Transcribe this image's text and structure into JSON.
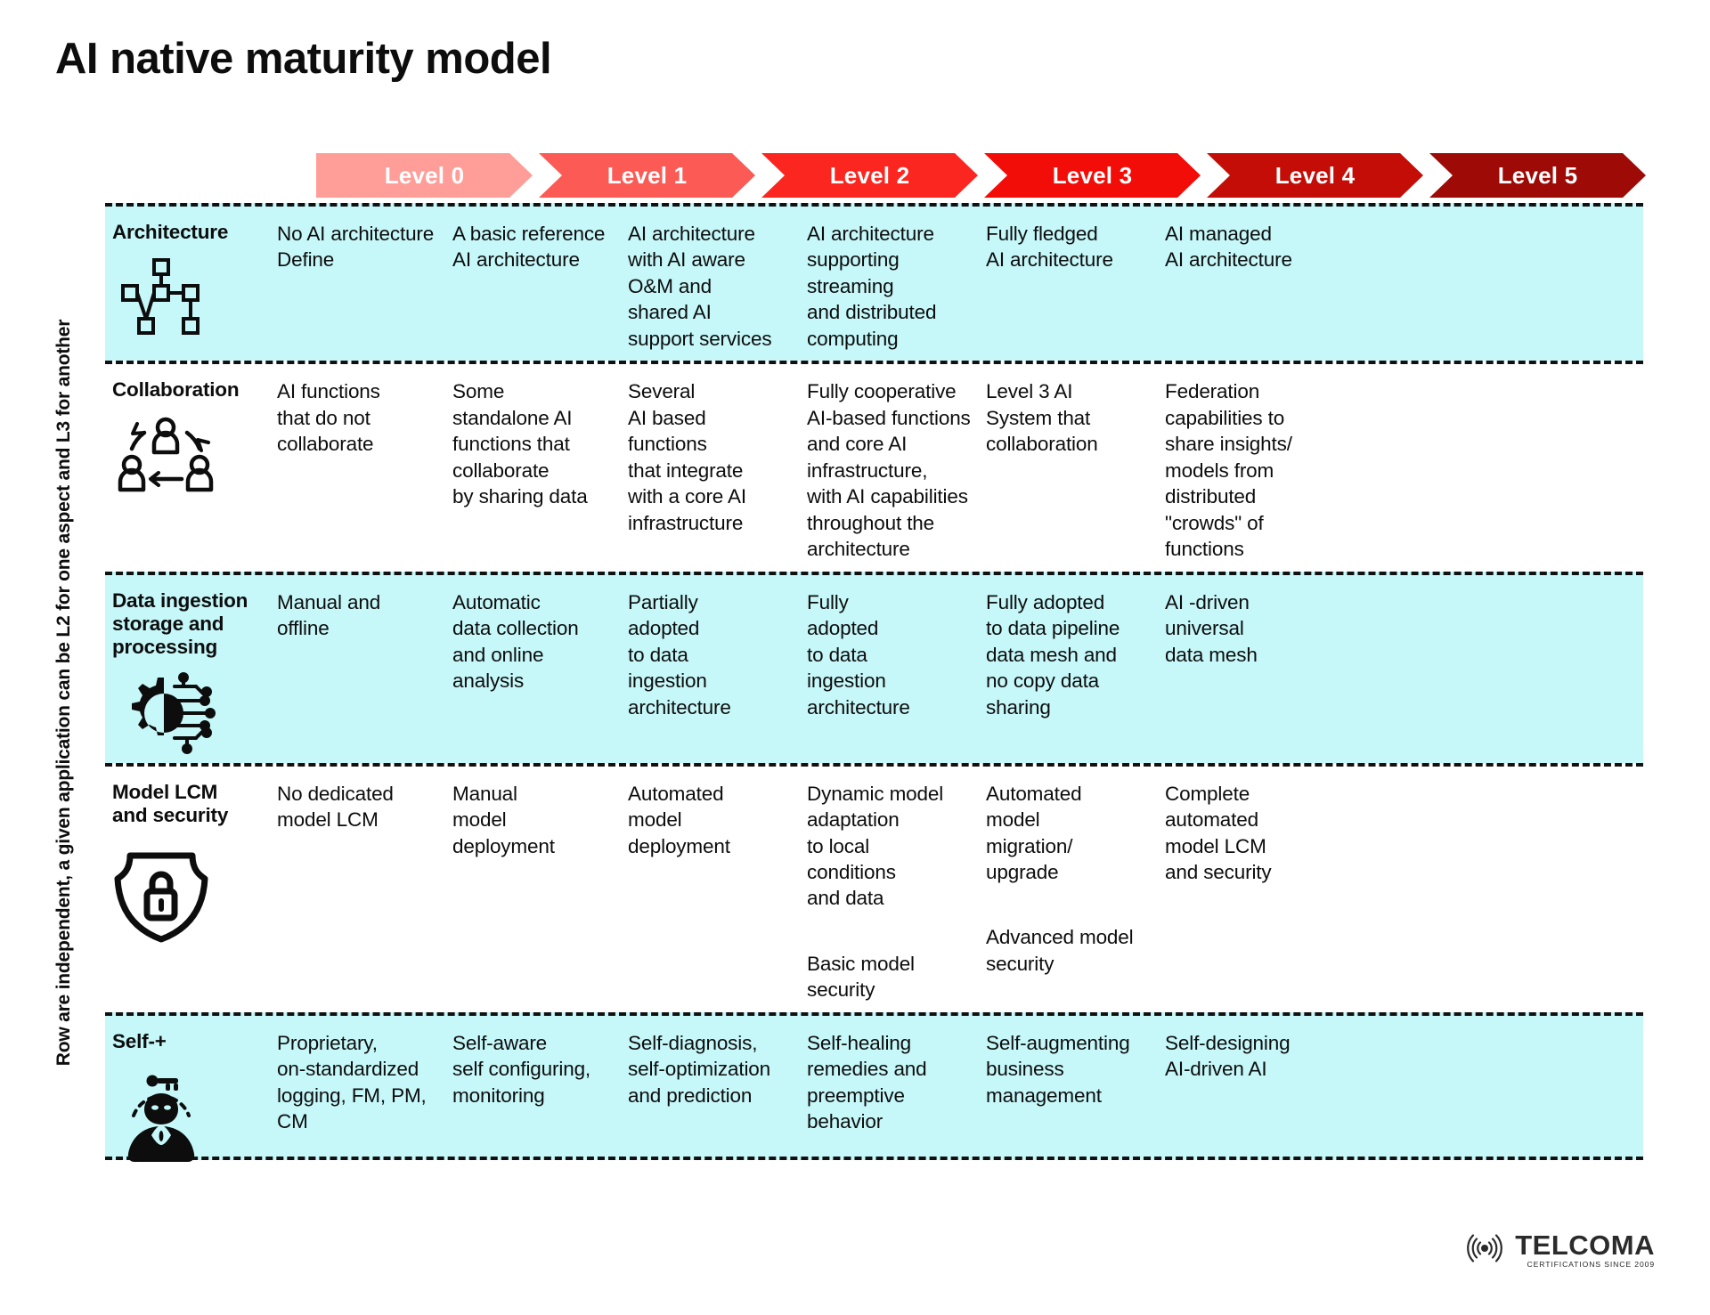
{
  "title": "AI native maturity model",
  "side_note": "Row are independent, a given application can be L2 for one aspect and L3 for another",
  "colors": {
    "level0": "#ff9e99",
    "level1": "#fb5a55",
    "level2": "#fb2620",
    "level3": "#f20d08",
    "level4": "#c40d07",
    "level5": "#9e0a05",
    "row_tint": "#c6f7f9",
    "text": "#0d0d0d",
    "divider": "#111111"
  },
  "levels": [
    {
      "label": "Level 0",
      "color": "#ff9e99"
    },
    {
      "label": "Level 1",
      "color": "#fb5a55"
    },
    {
      "label": "Level 2",
      "color": "#fb2620"
    },
    {
      "label": "Level 3",
      "color": "#f20d08"
    },
    {
      "label": "Level 4",
      "color": "#c40d07"
    },
    {
      "label": "Level 5",
      "color": "#9e0a05"
    }
  ],
  "rows": [
    {
      "category": "Architecture",
      "icon": "network-nodes-icon",
      "tinted": true,
      "cells": [
        "No AI architecture\nDefine",
        "A basic reference\nAI architecture",
        "AI architecture\nwith AI aware\nO&M and\nshared AI\nsupport services",
        "AI architecture\nsupporting\nstreaming\nand distributed\ncomputing",
        "Fully fledged\nAI architecture",
        "AI managed\nAI architecture"
      ],
      "extra": [
        "",
        "",
        "",
        "",
        "",
        ""
      ]
    },
    {
      "category": "Collaboration",
      "icon": "collaboration-people-icon",
      "tinted": false,
      "cells": [
        "AI functions\nthat do not\ncollaborate",
        "Some\nstandalone AI\nfunctions that\ncollaborate\nby sharing  data",
        "Several\nAI based\nfunctions\nthat integrate\nwith a core AI\ninfrastructure",
        "Fully cooperative\nAI-based functions\nand core AI\ninfrastructure,\nwith AI capabilities\nthroughout the\narchitecture",
        "Level 3 AI\nSystem that\ncollaboration",
        "Federation\ncapabilities to\nshare insights/\nmodels from\ndistributed\n\"crowds\" of\nfunctions"
      ],
      "extra": [
        "",
        "",
        "",
        "",
        "",
        ""
      ]
    },
    {
      "category": "Data ingestion\nstorage and\nprocessing",
      "icon": "gear-circuit-icon",
      "tinted": true,
      "cells": [
        "Manual and\noffline",
        "Automatic\ndata collection\nand online\nanalysis",
        "Partially\nadopted\nto data\ningestion\narchitecture",
        "Fully\nadopted\nto data\ningestion\narchitecture",
        "Fully adopted\nto data pipeline\ndata mesh and\nno copy data\nsharing",
        "AI -driven\nuniversal\ndata mesh"
      ],
      "extra": [
        "",
        "",
        "",
        "",
        "",
        ""
      ]
    },
    {
      "category": "Model LCM\nand security",
      "icon": "shield-lock-icon",
      "tinted": false,
      "cells": [
        "No dedicated\nmodel LCM",
        "Manual\nmodel\ndeployment",
        "Automated\nmodel\ndeployment",
        "Dynamic model\nadaptation\nto local\nconditions\nand data",
        "Automated\nmodel\nmigration/\nupgrade",
        "Complete\nautomated\nmodel LCM\nand security"
      ],
      "extra": [
        "",
        "",
        "",
        "Basic model\nsecurity",
        "Advanced model\nsecurity",
        ""
      ]
    },
    {
      "category": "Self-+",
      "icon": "meditating-person-key-icon",
      "tinted": true,
      "cells": [
        "Proprietary,\non-standardized\nlogging, FM, PM,\nCM",
        "Self-aware\nself configuring,\nmonitoring",
        "Self-diagnosis,\nself-optimization\nand prediction",
        "Self-healing\nremedies and\npreemptive\nbehavior",
        "Self-augmenting\nbusiness\nmanagement",
        "Self-designing\nAI-driven AI"
      ],
      "extra": [
        "",
        "",
        "",
        "",
        "",
        ""
      ]
    }
  ],
  "logo": {
    "name": "TELCOMA",
    "tagline": "CERTIFICATIONS SINCE 2009",
    "icon": "broadcast-signal-icon"
  }
}
